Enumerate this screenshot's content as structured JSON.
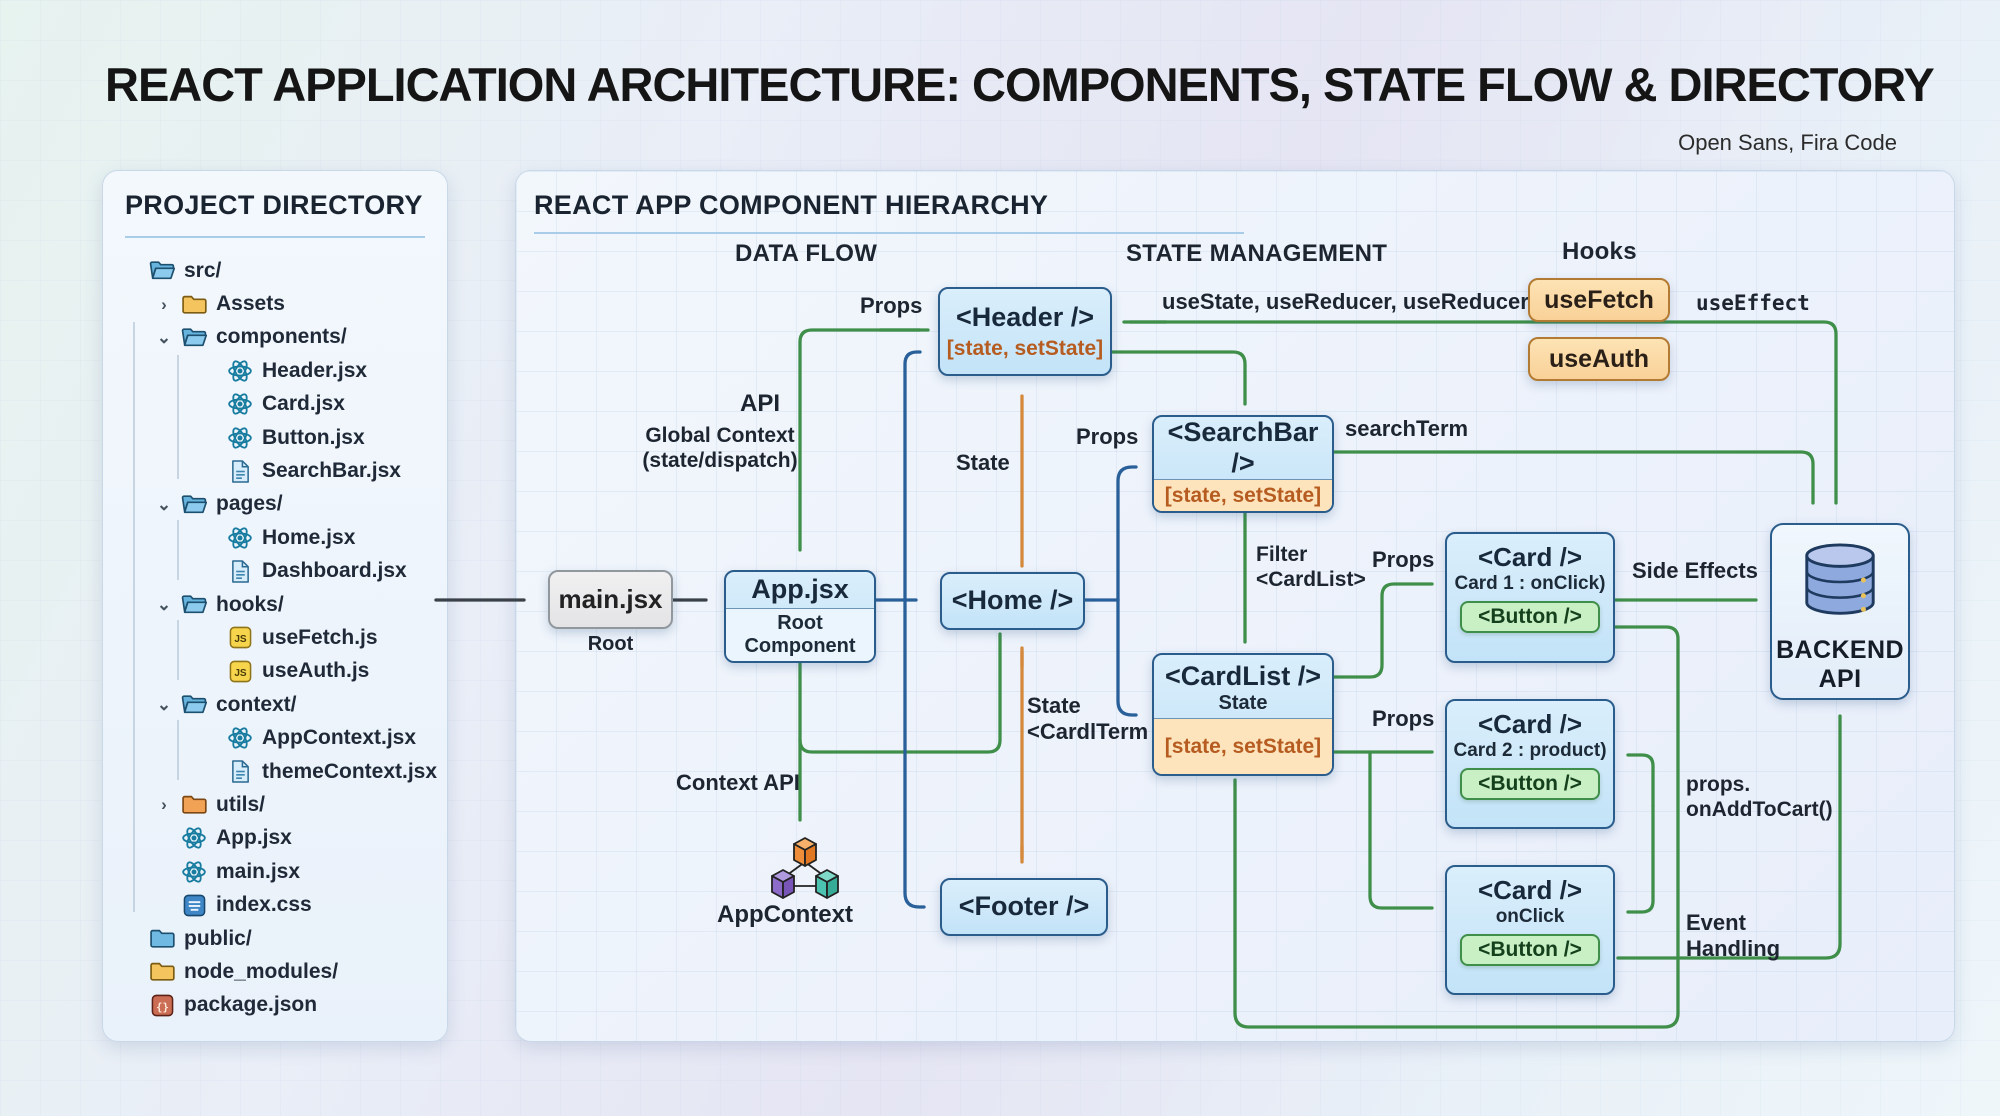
{
  "page": {
    "title": "REACT APPLICATION ARCHITECTURE: COMPONENTS, STATE FLOW & DIRECTORY",
    "font_note": "Open Sans, Fira Code"
  },
  "colors": {
    "green": "#3f8f4a",
    "blue": "#2a6099",
    "orange": "#d4893c",
    "dark": "#3a4148",
    "box_border": "#2b5d8c",
    "box_fill": "#cfe9fb",
    "strip_fill": "#fde4bd",
    "strip_text": "#b65c20",
    "hook_fill": "#fbd9a4",
    "hook_border": "#b27a33",
    "chip_fill": "#c9f0c5",
    "chip_border": "#3f8f4a"
  },
  "sidebar": {
    "title": "PROJECT DIRECTORY",
    "items": [
      {
        "label": "src/",
        "icon": "folder-open-blue",
        "depth": 0,
        "chevron": ""
      },
      {
        "label": "Assets",
        "icon": "folder-yellow",
        "depth": 1,
        "chevron": "right"
      },
      {
        "label": "components/",
        "icon": "folder-open-blue",
        "depth": 1,
        "chevron": "down"
      },
      {
        "label": "Header.jsx",
        "icon": "react",
        "depth": 2,
        "chevron": ""
      },
      {
        "label": "Card.jsx",
        "icon": "react",
        "depth": 2,
        "chevron": ""
      },
      {
        "label": "Button.jsx",
        "icon": "react",
        "depth": 2,
        "chevron": ""
      },
      {
        "label": "SearchBar.jsx",
        "icon": "file",
        "depth": 2,
        "chevron": ""
      },
      {
        "label": "pages/",
        "icon": "folder-open-blue",
        "depth": 1,
        "chevron": "down"
      },
      {
        "label": "Home.jsx",
        "icon": "react",
        "depth": 2,
        "chevron": ""
      },
      {
        "label": "Dashboard.jsx",
        "icon": "file",
        "depth": 2,
        "chevron": ""
      },
      {
        "label": "hooks/",
        "icon": "folder-open-blue",
        "depth": 1,
        "chevron": "down"
      },
      {
        "label": "useFetch.js",
        "icon": "js",
        "depth": 2,
        "chevron": ""
      },
      {
        "label": "useAuth.js",
        "icon": "js",
        "depth": 2,
        "chevron": ""
      },
      {
        "label": "context/",
        "icon": "folder-open-blue",
        "depth": 1,
        "chevron": "down"
      },
      {
        "label": "AppContext.jsx",
        "icon": "react",
        "depth": 2,
        "chevron": ""
      },
      {
        "label": "themeContext.jsx",
        "icon": "file",
        "depth": 2,
        "chevron": ""
      },
      {
        "label": "utils/",
        "icon": "folder-orange",
        "depth": 1,
        "chevron": "right"
      },
      {
        "label": "App.jsx",
        "icon": "react",
        "depth": 1,
        "chevron": ""
      },
      {
        "label": "main.jsx",
        "icon": "react",
        "depth": 1,
        "chevron": ""
      },
      {
        "label": "index.css",
        "icon": "css",
        "depth": 1,
        "chevron": ""
      },
      {
        "label": "public/",
        "icon": "folder-blue",
        "depth": 0,
        "chevron": ""
      },
      {
        "label": "node_modules/",
        "icon": "folder-yellow",
        "depth": 0,
        "chevron": ""
      },
      {
        "label": "package.json",
        "icon": "json",
        "depth": 0,
        "chevron": ""
      }
    ]
  },
  "diagram": {
    "title": "REACT APP COMPONENT HIERARCHY",
    "sections": {
      "data_flow": "DATA FLOW",
      "state_management": "STATE MANAGEMENT",
      "hooks": "Hooks"
    },
    "labels": {
      "props_header": "Props",
      "use_state": "useState, useReducer, useReducer",
      "use_effect": "useEffect",
      "api": "API",
      "global_context": "Global Context\n(state/dispatch)",
      "state_header": "State",
      "props_searchbar": "Props",
      "search_term": "searchTerm",
      "filter": "Filter\n<CardList>",
      "props_card1": "Props",
      "side_effects": "Side Effects",
      "root": "Root",
      "state_cardlterm": "State\n<CardlTerm",
      "context_api": "Context API",
      "app_context": "AppContext",
      "props_card2": "Props",
      "props_onaddtocart": "props.\nonAddToCart()",
      "event_handling": "Event\nHandling"
    },
    "nodes": {
      "main": {
        "title": "main.jsx"
      },
      "app": {
        "title": "App.jsx",
        "subtitle": "Root Component"
      },
      "home": {
        "title": "<Home />"
      },
      "header": {
        "title": "<Header />",
        "state": "[state, setState]"
      },
      "footer": {
        "title": "<Footer />"
      },
      "searchbar": {
        "title": "<SearchBar />",
        "state": "[state, setState]"
      },
      "cardlist": {
        "title": "<CardList />",
        "subtitle": "State",
        "state": "[state, setState]"
      },
      "card1": {
        "title": "<Card />",
        "subtitle": "Card 1 : onClick)",
        "button": "<Button />"
      },
      "card2": {
        "title": "<Card />",
        "subtitle": "Card 2 : product)",
        "button": "<Button />"
      },
      "card3": {
        "title": "<Card />",
        "subtitle": "onClick",
        "button": "<Button />"
      },
      "usefetch": {
        "title": "useFetch"
      },
      "useauth": {
        "title": "useAuth"
      },
      "backend": {
        "title": "BACKEND\nAPI"
      }
    }
  }
}
